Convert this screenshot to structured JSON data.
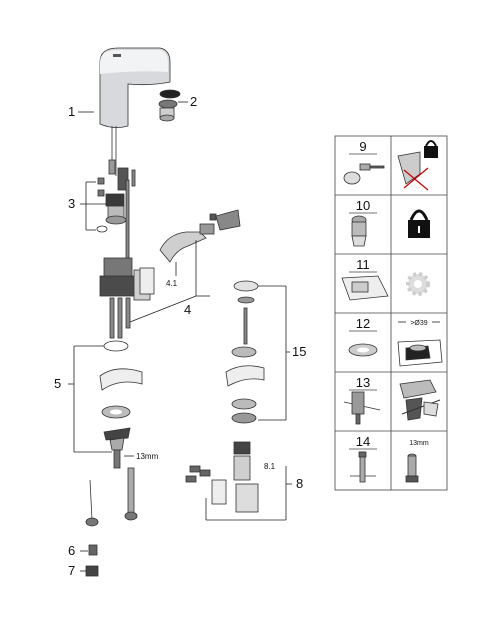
{
  "diagram": {
    "callouts": {
      "c1": "1",
      "c2": "2",
      "c3": "3",
      "c4": "4",
      "c41": "4.1",
      "c5": "5",
      "c6": "6",
      "c7": "7",
      "c8": "8",
      "c81": "8.1",
      "c15": "15"
    },
    "dimension_label": "13mm",
    "table": {
      "rows": [
        {
          "num": "9",
          "note": ""
        },
        {
          "num": "10",
          "note": ""
        },
        {
          "num": "11",
          "note": ""
        },
        {
          "num": "12",
          "note": ">Ø39"
        },
        {
          "num": "13",
          "note": ""
        },
        {
          "num": "14",
          "note": "13mm"
        }
      ]
    }
  }
}
